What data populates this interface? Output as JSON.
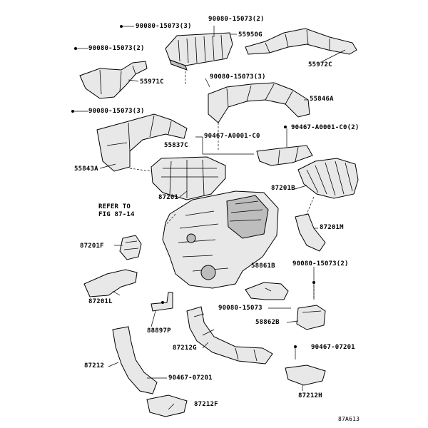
{
  "diagram_code": "87A613",
  "refer_note": [
    "REFER TO",
    "FIG 87-14"
  ],
  "labels": {
    "l_90080_15073_3_top": "90080-15073(3)",
    "l_90080_15073_2_top": "90080-15073(2)",
    "l_55950g": "55950G",
    "l_90080_15073_2_left": "90080-15073(2)",
    "l_55972c": "55972C",
    "l_55971c": "55971C",
    "l_90080_15073_3_mid": "90080-15073(3)",
    "l_55846a": "55846A",
    "l_90080_15073_3_left": "90080-15073(3)",
    "l_90467_a0001_c0_2": "90467-A0001-C0(2)",
    "l_90467_a0001_c0": "90467-A0001-C0",
    "l_55837c": "55837C",
    "l_55843a": "55843A",
    "l_87201": "87201",
    "l_87201b": "87201B",
    "l_87201m": "87201M",
    "l_87201f": "87201F",
    "l_58861b": "58861B",
    "l_90080_15073_2_right": "90080-15073(2)",
    "l_87201l": "87201L",
    "l_90080_15073_bottom": "90080-15073",
    "l_58862b": "58862B",
    "l_88897p": "88897P",
    "l_87212g": "87212G",
    "l_90467_07201_right": "90467-07201",
    "l_87212": "87212",
    "l_90467_07201_left": "90467-07201",
    "l_87212h": "87212H",
    "l_87212f": "87212F"
  }
}
